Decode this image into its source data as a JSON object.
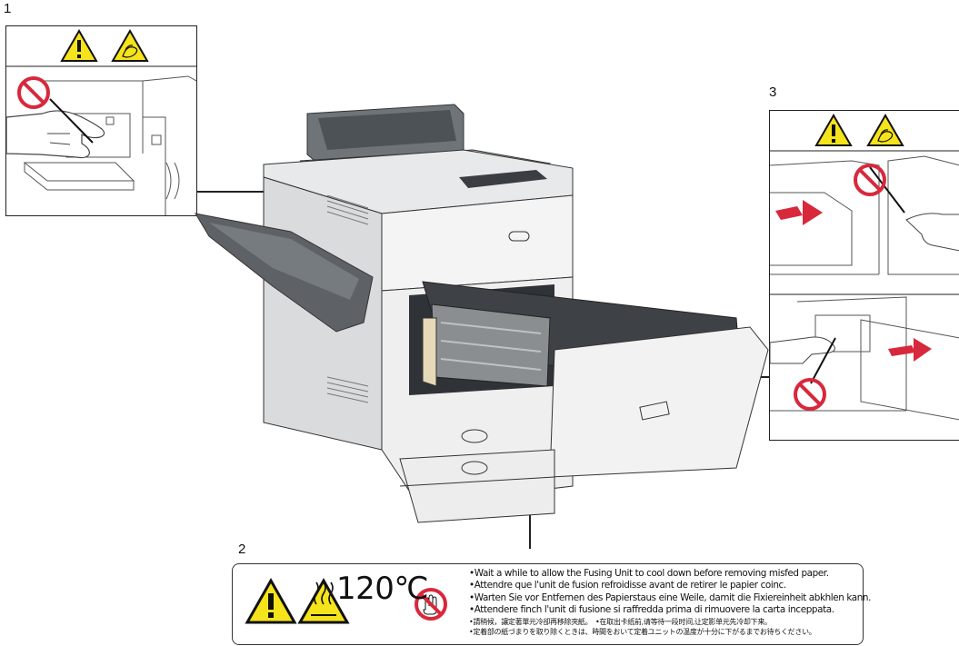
{
  "callouts": {
    "one": "1",
    "two": "2",
    "three": "3"
  },
  "label": {
    "temperature": "120℃",
    "lines": [
      "•Wait a while to allow the Fusing Unit to cool down before removing misfed paper.",
      "•Attendre que l'unit de fusion refroidisse avant de retirer le papier coinc.",
      "•Warten Sie vor Entfernen des Papierstaus eine Weile, damit die Fixiereinheit abkhlen kann.",
      "•Attendere finch l'unit di fusione si raffredda prima di rimuovere la carta inceppata.",
      "•請稍候，讓定著單元冷卻再移除夾紙。　•在取出卡纸前,请等待一段时间,让定影单元先冷却下来。",
      "•定着部の紙づまりを取り除くときは、時間をおいて定着ユニットの温度が十分に下がるまでお待ちください。"
    ]
  },
  "icons": {
    "warning": "warning-triangle-icon",
    "hot_hand": "hand-pinch-warning-icon",
    "hot_surface": "hot-surface-warning-icon",
    "prohibition": "no-touch-icon"
  },
  "colors": {
    "warning_yellow": "#f5e31c",
    "prohibition_red": "#d8283c",
    "label_border": "#333333"
  }
}
